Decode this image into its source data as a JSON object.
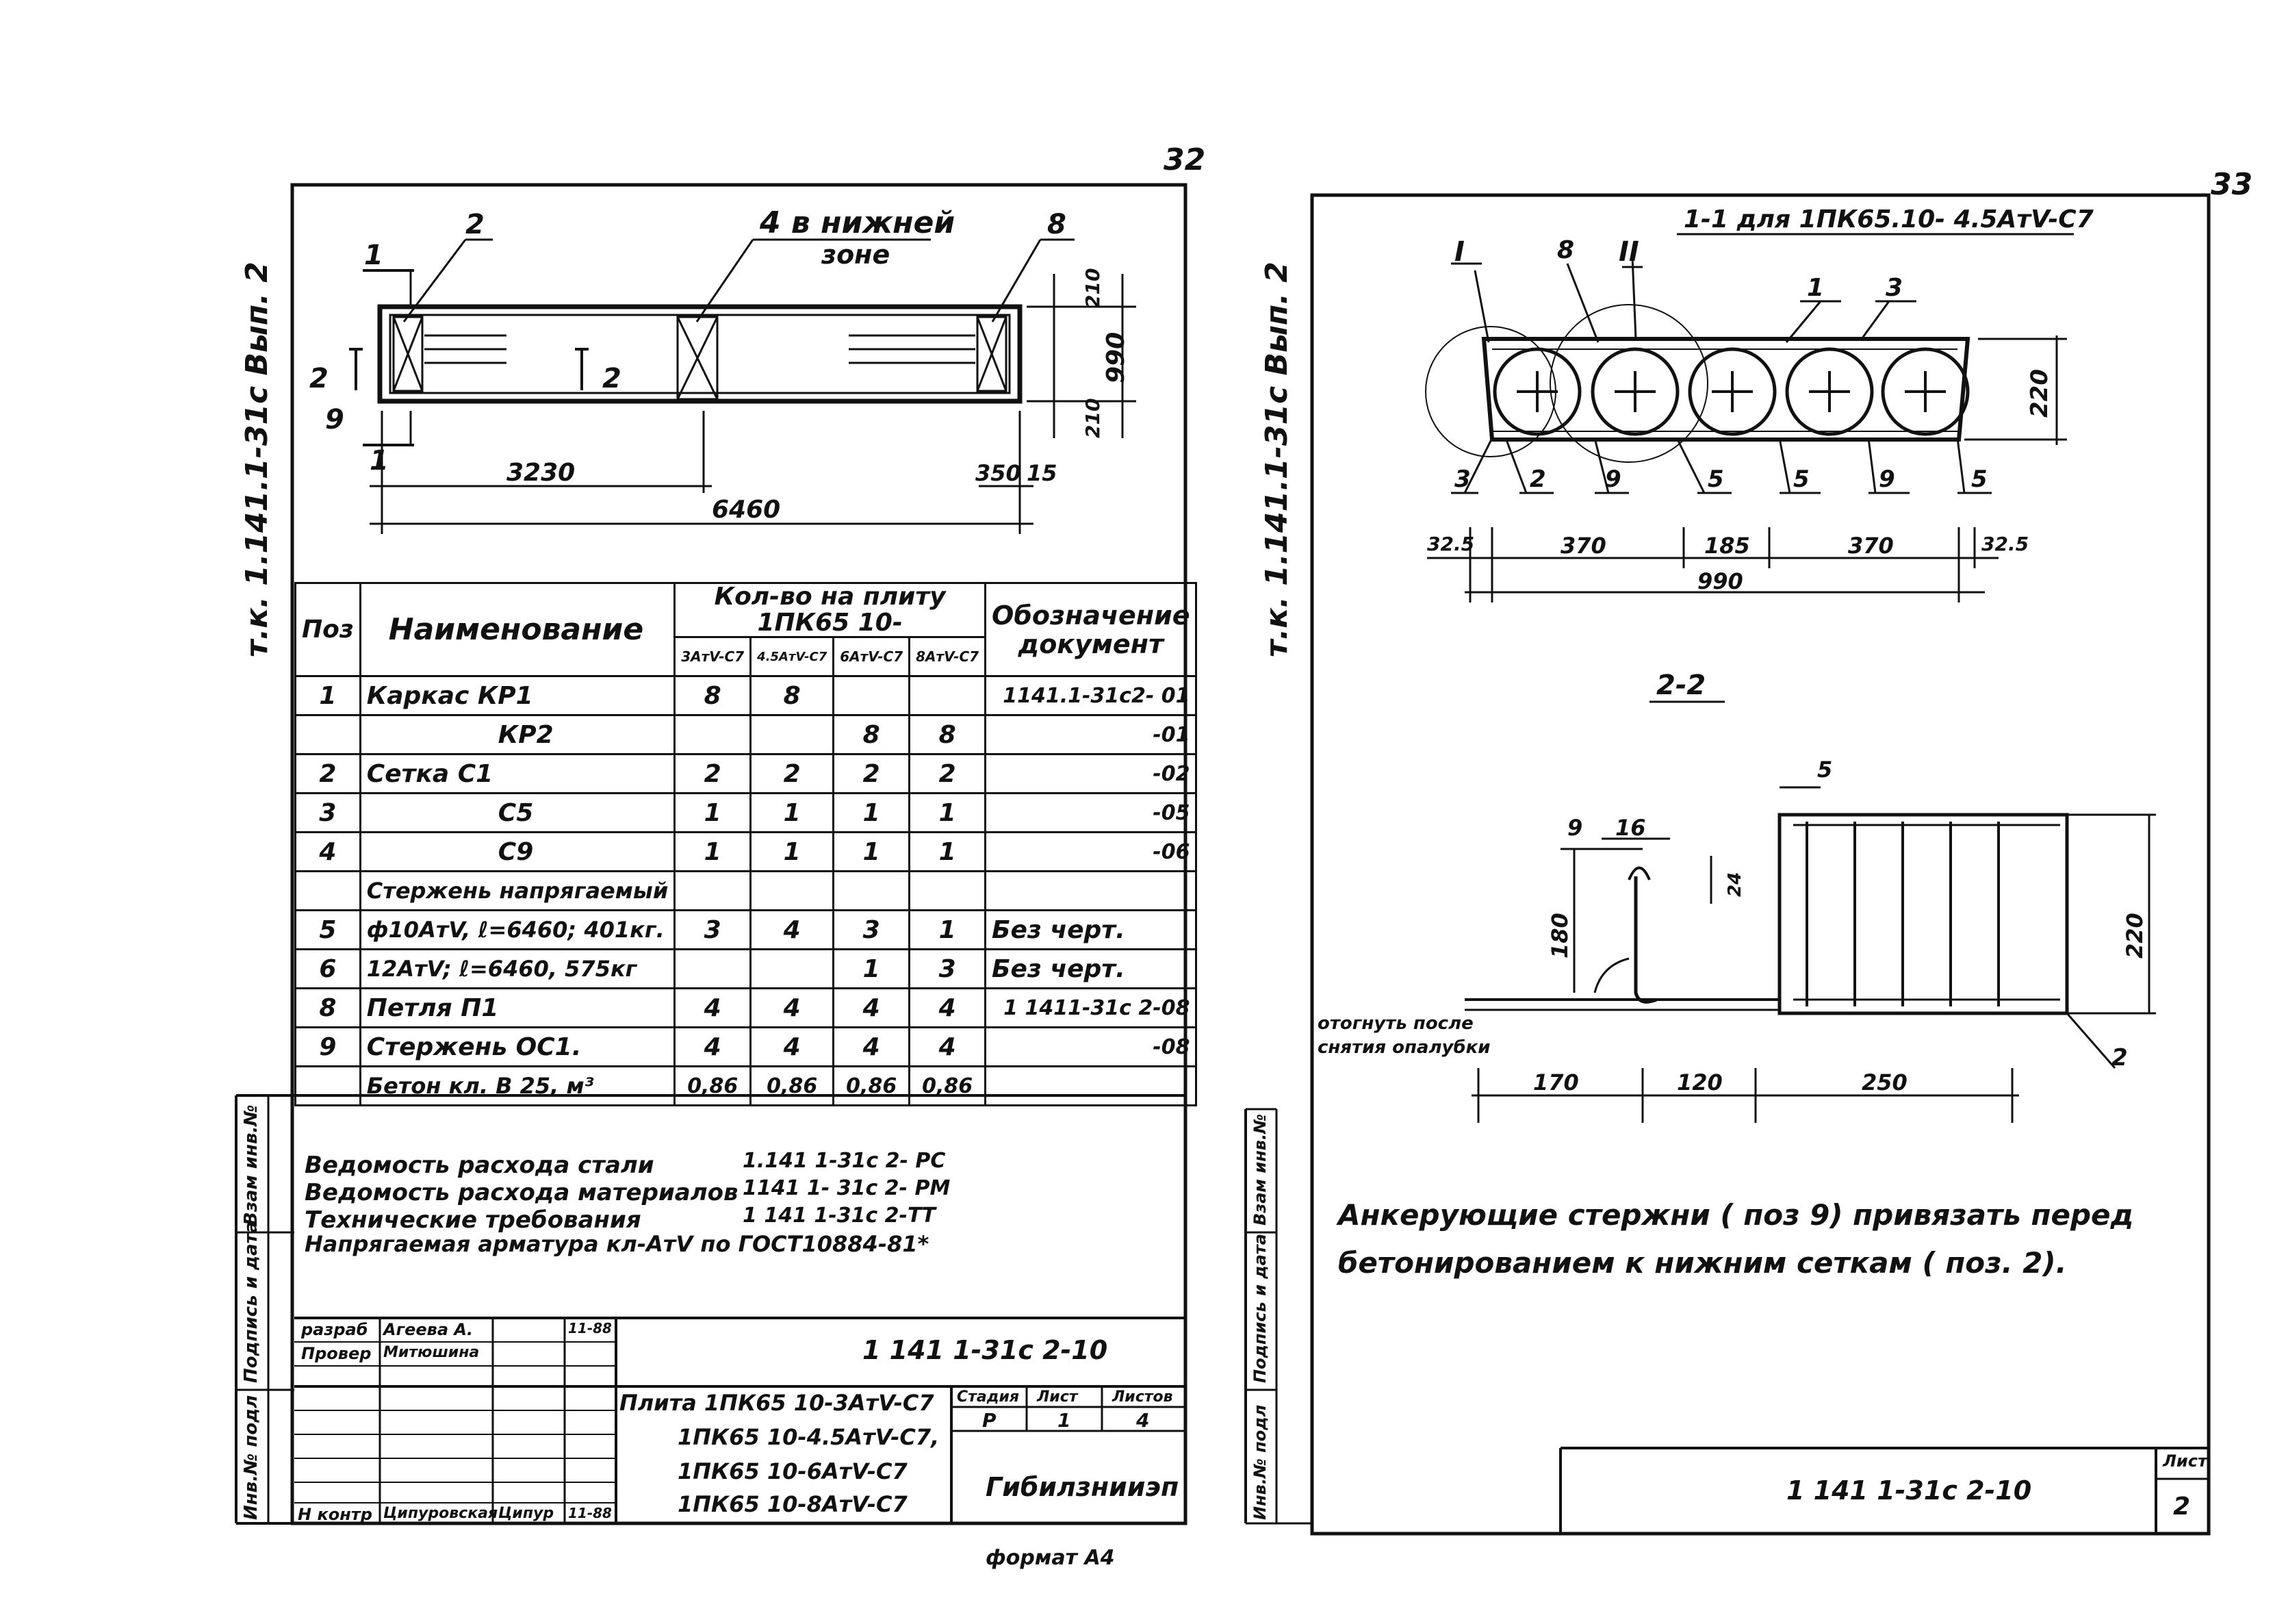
{
  "left_sheet": {
    "page_number": "32",
    "side_stamp": "т.к. 1.141.1-31с Вып. 2",
    "plan": {
      "labels": {
        "l1": "1",
        "l2": "2",
        "zone": "4 в нижней",
        "zone2": "зоне",
        "l8": "8",
        "s2a": "2",
        "s2b": "2",
        "l9": "9",
        "l1b": "1"
      },
      "dims": {
        "d3230": "3230",
        "d6460": "6460",
        "d350": "350",
        "d15": "15",
        "d990": "990",
        "d210a": "210",
        "d210b": "210"
      }
    },
    "table": {
      "headers": {
        "pos": "Поз",
        "name": "Наименование",
        "qty": "Кол-во на плиту 1ПК65 10-",
        "doc": "Обозначение документ",
        "q3": "3АтV-С7",
        "q4": "4.5АтV-С7",
        "q6": "6АтV-С7",
        "q8": "8АтV-С7"
      },
      "rows": [
        {
          "pos": "1",
          "name": "Каркас КР1",
          "q3": "8",
          "q4": "8",
          "q6": "",
          "q8": "",
          "doc": "1141.1-31с2- 01"
        },
        {
          "pos": "",
          "name": "КР2",
          "q3": "",
          "q4": "",
          "q6": "8",
          "q8": "8",
          "doc": "-01"
        },
        {
          "pos": "2",
          "name": "Сетка С1",
          "q3": "2",
          "q4": "2",
          "q6": "2",
          "q8": "2",
          "doc": "-02"
        },
        {
          "pos": "3",
          "name": "С5",
          "q3": "1",
          "q4": "1",
          "q6": "1",
          "q8": "1",
          "doc": "-05"
        },
        {
          "pos": "4",
          "name": "С9",
          "q3": "1",
          "q4": "1",
          "q6": "1",
          "q8": "1",
          "doc": "-06"
        },
        {
          "pos": "",
          "name": "Стержень напрягаемый",
          "q3": "",
          "q4": "",
          "q6": "",
          "q8": "",
          "doc": ""
        },
        {
          "pos": "5",
          "name": "ф10АтV, ℓ=6460; 401кг.",
          "q3": "3",
          "q4": "4",
          "q6": "3",
          "q8": "1",
          "doc": "Без черт."
        },
        {
          "pos": "6",
          "name": "12АтV; ℓ=6460, 575кг",
          "q3": "",
          "q4": "",
          "q6": "1",
          "q8": "3",
          "doc": "Без черт."
        },
        {
          "pos": "8",
          "name": "Петля П1",
          "q3": "4",
          "q4": "4",
          "q6": "4",
          "q8": "4",
          "doc": "1 1411-31с 2-08"
        },
        {
          "pos": "9",
          "name": "Стержень ОС1.",
          "q3": "4",
          "q4": "4",
          "q6": "4",
          "q8": "4",
          "doc": "-08"
        },
        {
          "pos": "",
          "name": "Бетон кл. В 25,    м³",
          "q3": "0,86",
          "q4": "0,86",
          "q6": "0,86",
          "q8": "0,86",
          "doc": ""
        }
      ]
    },
    "notes": [
      {
        "text": "Ведомость расхода стали",
        "ref": "1.141 1-31с 2- РС"
      },
      {
        "text": "Ведомость расхода материалов",
        "ref": "1141 1- 31с 2- РМ"
      },
      {
        "text": "Технические требования",
        "ref": "1 141 1-31с 2-ТТ"
      },
      {
        "text": "Напрягаемая арматура кл-АтV по ГОСТ10884-81*",
        "ref": ""
      }
    ],
    "margin_labels": [
      "Взам инв.№",
      "Подпись и дата",
      "Инв.№ подл"
    ],
    "title_block": {
      "code": "1 141 1-31с 2-10",
      "rows": [
        {
          "role": "разраб",
          "name": "Агеева А.",
          "sign": "",
          "date": "11-88"
        },
        {
          "role": "Провер",
          "name": "Митюшина",
          "sign": "",
          "date": ""
        },
        {
          "role": "Н контр",
          "name": "Ципуровская",
          "sign": "Ципур",
          "date": "11-88"
        }
      ],
      "item_name": [
        "Плита 1ПК65 10-3АтV-С7",
        "1ПК65 10-4.5АтV-С7,",
        "1ПК65 10-6АтV-С7",
        "1ПК65 10-8АтV-С7"
      ],
      "stage_h": "Стадия",
      "sheet_h": "Лист",
      "sheets_h": "Листов",
      "stage": "Р",
      "sheet": "1",
      "sheets": "4",
      "org": "Гибилзнииэп"
    },
    "format": "формат А4"
  },
  "right_sheet": {
    "page_number": "33",
    "side_stamp": "т.к. 1.141.1-31с Вып. 2",
    "section11": {
      "title": "1-1 для 1ПК65.10- 4.5АтV-С7",
      "callouts": {
        "c1": "I",
        "c8": "8",
        "c2": "II",
        "c1b": "1",
        "c3": "3"
      },
      "bottom_labels": {
        "b3": "3",
        "b2": "2",
        "b9": "9",
        "b5": "5",
        "b5b": "5",
        "b9b": "9",
        "b5c": "5"
      },
      "dims": {
        "d325": "32.5",
        "d370a": "370",
        "d185": "185",
        "d370b": "370",
        "d325b": "32.5",
        "d990": "990",
        "d220": "220"
      }
    },
    "section22": {
      "title": "2-2",
      "labels": {
        "l9": "9",
        "l16": "16",
        "l5": "5",
        "l24": "24",
        "l180": "180",
        "l220": "220",
        "l2": "2"
      },
      "note1": "отогнуть после",
      "note2": "снятия опалубки",
      "dims": {
        "d170": "170",
        "d120": "120",
        "d250": "250"
      }
    },
    "note_text_1": "Анкерующие стержни ( поз 9) привязать перед",
    "note_text_2": "бетонированием к нижним сеткам ( поз. 2).",
    "margin_labels": [
      "Взам инв.№",
      "Подпись и дата",
      "Инв.№ подл"
    ],
    "code": "1 141 1-31с 2-10",
    "sheet_h": "Лист",
    "sheet": "2"
  }
}
